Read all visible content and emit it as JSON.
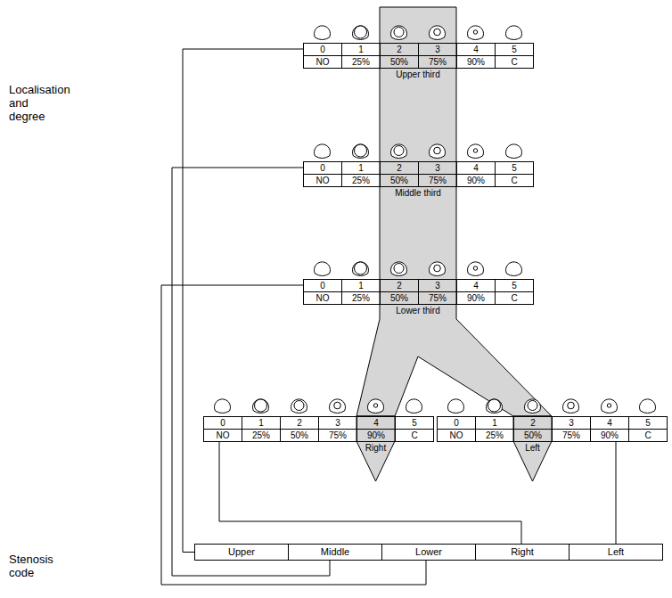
{
  "diagram": {
    "nodes": [
      {
        "text": [
          "0",
          "1",
          "2",
          "3",
          "4",
          "5",
          "NO",
          "25%",
          "50%",
          "75%",
          "90%",
          "C",
          "Upper third"
        ]
      },
      {
        "text": [
          "0",
          "1",
          "2",
          "3",
          "4",
          "5",
          "NO",
          "25%",
          "50%",
          "75%",
          "90%",
          "C",
          "Middle third"
        ]
      },
      {
        "text": [
          "0",
          "1",
          "2",
          "3",
          "4",
          "5",
          "NO",
          "25%",
          "50%",
          "75%",
          "90%",
          "C",
          "Lower third"
        ]
      },
      {
        "text": [
          "0",
          "1",
          "2",
          "3",
          "4",
          "5",
          "NO",
          "25%",
          "50%",
          "75%",
          "90%",
          "C",
          "Right"
        ]
      },
      {
        "text": [
          "0",
          "1",
          "2",
          "3",
          "4",
          "5",
          "NO",
          "25%",
          "50%",
          "75%",
          "90%",
          "C",
          "Left"
        ]
      },
      {
        "text": [
          "Upper"
        ]
      },
      {
        "text": [
          "Middle"
        ]
      },
      {
        "text": [
          "Lower"
        ]
      },
      {
        "text": [
          "Right"
        ]
      },
      {
        "text": [
          "Left"
        ]
      }
    ],
    "edges": [
      {
        "from": 0,
        "to": 5,
        "arrow": "none"
      },
      {
        "from": 1,
        "to": 6,
        "arrow": "none"
      },
      {
        "from": 2,
        "to": 7,
        "arrow": "none"
      },
      {
        "from": 3,
        "to": 8,
        "arrow": "none"
      },
      {
        "from": 4,
        "to": 9,
        "arrow": "none"
      }
    ],
    "labels": [
      "Localisation and degree",
      "Stenosis code"
    ]
  }
}
